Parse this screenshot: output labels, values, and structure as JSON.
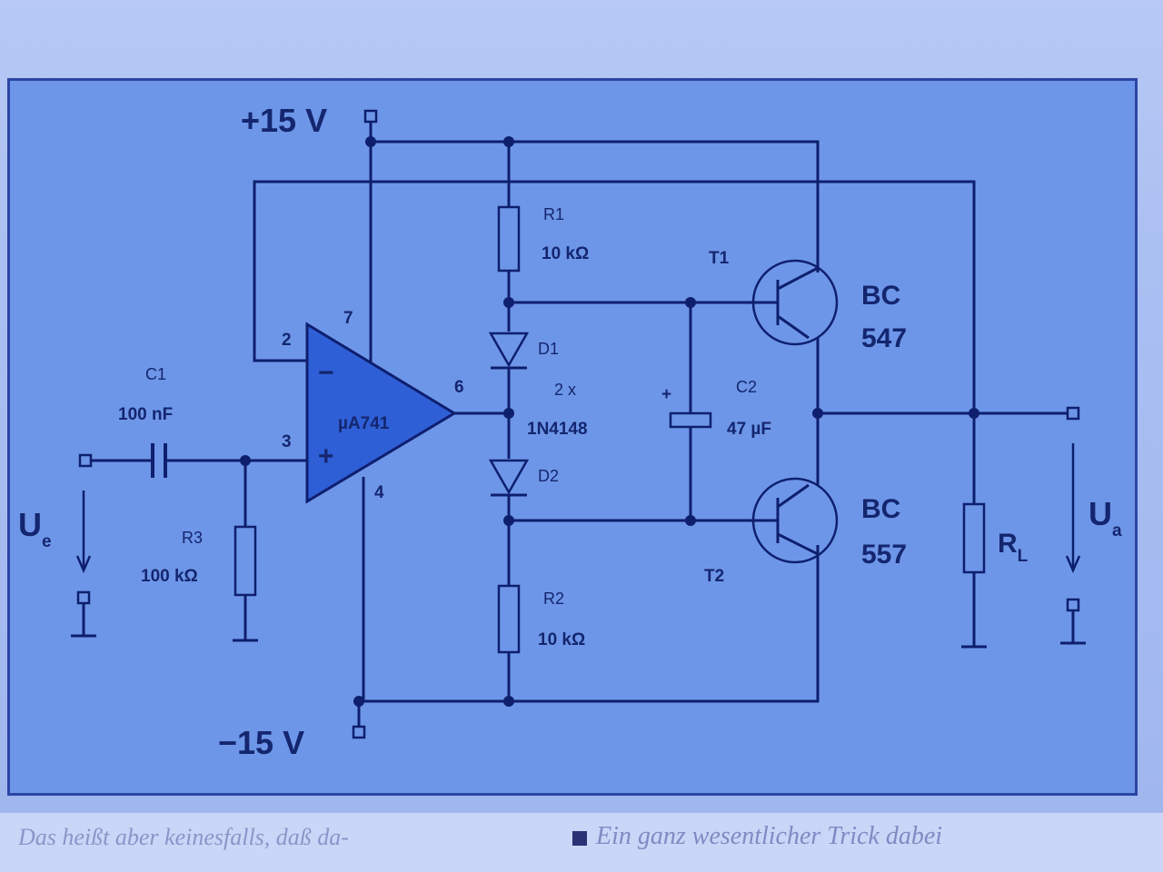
{
  "supply": {
    "positive": "+15 V",
    "negative": "−15 V"
  },
  "opamp": {
    "name": "µA741",
    "pins": {
      "inv": "2",
      "noninv": "3",
      "out": "6",
      "vpos": "7",
      "vneg": "4"
    },
    "minus_sign": "−",
    "plus_sign": "+"
  },
  "c1": {
    "ref": "C1",
    "value": "100 nF"
  },
  "r3": {
    "ref": "R3",
    "value": "100 kΩ"
  },
  "r1": {
    "ref": "R1",
    "value": "10 kΩ"
  },
  "r2": {
    "ref": "R2",
    "value": "10 kΩ"
  },
  "diodes": {
    "d1": "D1",
    "d2": "D2",
    "count": "2 x",
    "type": "1N4148"
  },
  "c2": {
    "ref": "C2",
    "value": "47 µF",
    "plus": "+"
  },
  "t1": {
    "ref": "T1",
    "type_line1": "BC",
    "type_line2": "547"
  },
  "t2": {
    "ref": "T2",
    "type_line1": "BC",
    "type_line2": "557"
  },
  "rl": {
    "main": "R",
    "sub": "L"
  },
  "input": {
    "main": "U",
    "sub": "e"
  },
  "output": {
    "main": "U",
    "sub": "a"
  },
  "caption": {
    "left": "Das heißt aber keinesfalls, daß da-",
    "right": "Ein ganz wesentlicher Trick dabei"
  }
}
